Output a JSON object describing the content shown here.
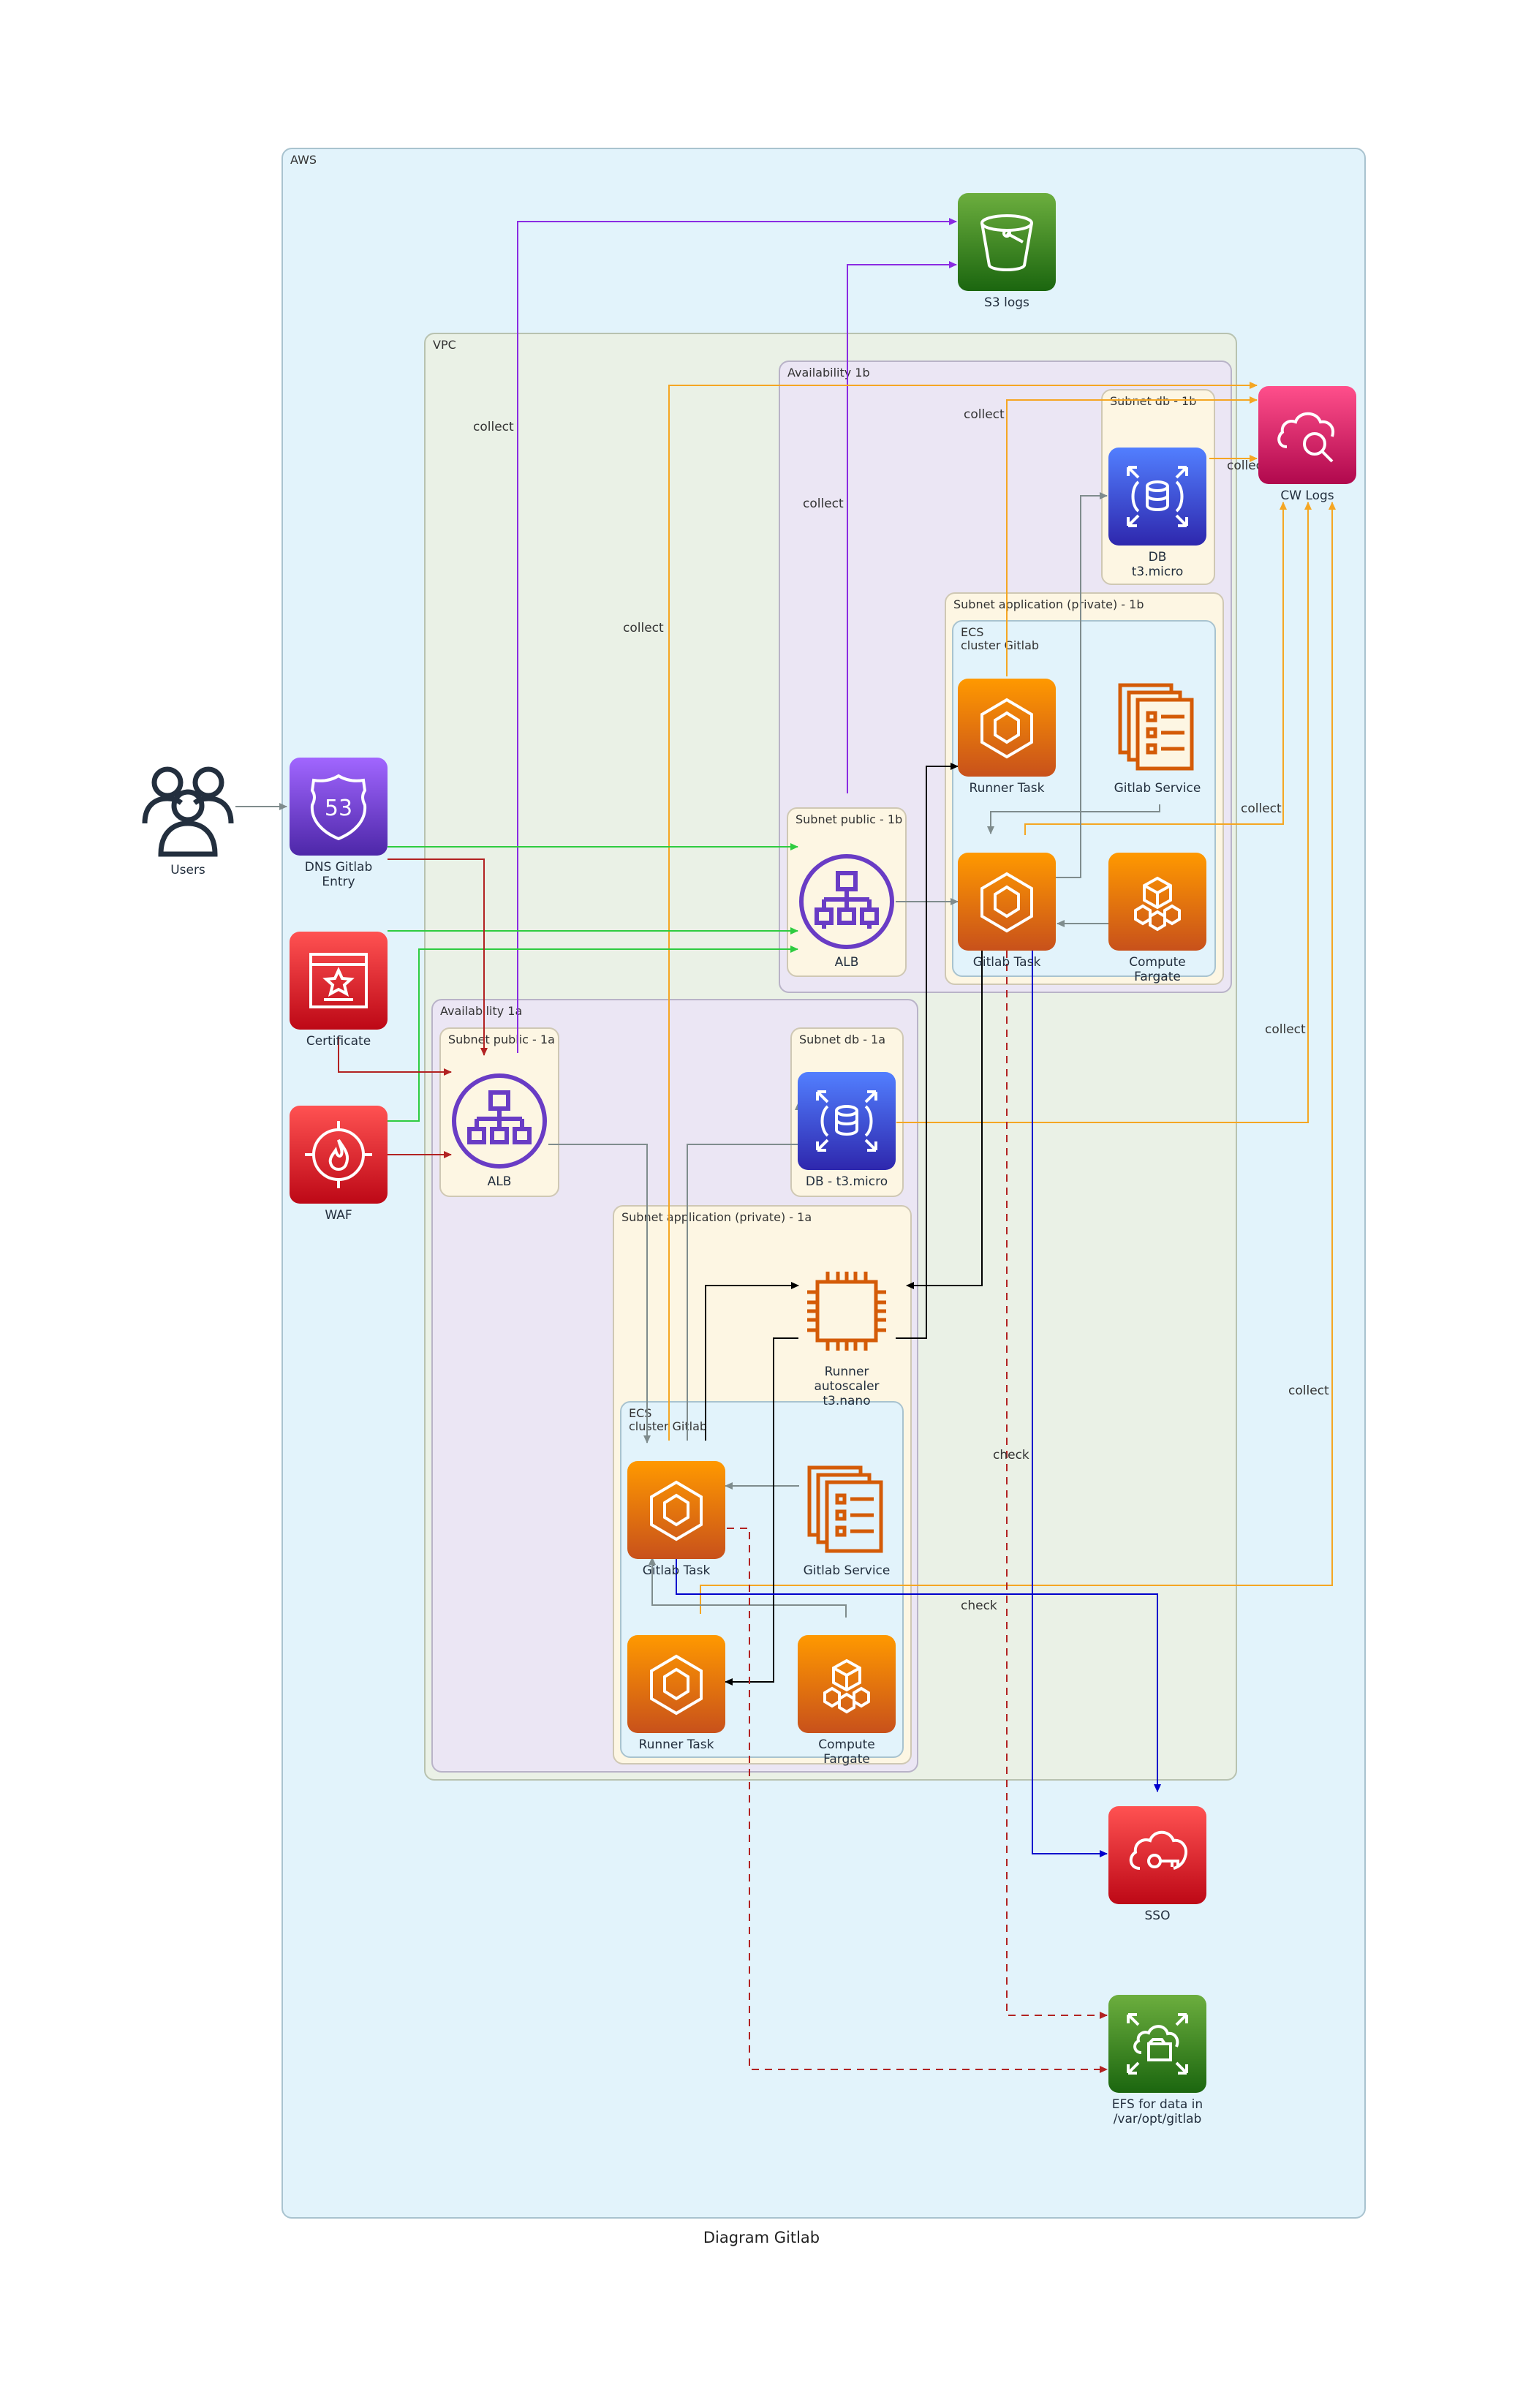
{
  "caption": "Diagram Gitlab",
  "clusters": {
    "aws": "AWS",
    "vpc": "VPC",
    "az_1b": "Availability 1b",
    "az_1a": "Availability 1a",
    "subnet_db_1b": "Subnet db - 1b",
    "subnet_app_1b": "Subnet application (private) - 1b",
    "ecs_1b": "ECS\ncluster Gitlab",
    "subnet_public_1b": "Subnet public - 1b",
    "subnet_public_1a": "Subnet public - 1a",
    "subnet_db_1a": "Subnet db - 1a",
    "subnet_app_1a": "Subnet application (private) - 1a",
    "ecs_1a": "ECS\ncluster Gitlab"
  },
  "nodes": {
    "users": "Users",
    "dns": "DNS Gitlab Entry",
    "certificate": "Certificate",
    "waf": "WAF",
    "s3": "S3 logs",
    "cw": "CW Logs",
    "db_1b": "DB\nt3.micro",
    "runner_task_1b": "Runner Task",
    "gitlab_service_1b": "Gitlab Service",
    "alb_1b": "ALB",
    "gitlab_task_1b": "Gitlab Task",
    "compute_fargate_1b": "Compute Fargate",
    "alb_1a": "ALB",
    "db_1a": "DB - t3.micro",
    "runner_autoscaler": "Runner autoscaler\nt3.nano",
    "gitlab_task_1a": "Gitlab Task",
    "gitlab_service_1a": "Gitlab Service",
    "runner_task_1a": "Runner Task",
    "compute_fargate_1a": "Compute Fargate",
    "sso": "SSO",
    "efs": "EFS for data in\n/var/opt/gitlab"
  },
  "edge_labels": {
    "collect_1": "collect",
    "collect_2": "collect",
    "collect_3": "collect",
    "collect_4": "collect",
    "collect_5": "collect",
    "collect_6": "collect",
    "collect_7": "collect",
    "collect_8": "collect",
    "check_1": "check",
    "check_2": "check"
  },
  "colors": {
    "purple": "#8a2be2",
    "orange": "#f5a623",
    "green": "#2ecc40",
    "red": "#b22222",
    "gray": "#7f8c8d",
    "black": "#000000",
    "blue": "#0000cc",
    "brown_dashed": "#b22222"
  }
}
